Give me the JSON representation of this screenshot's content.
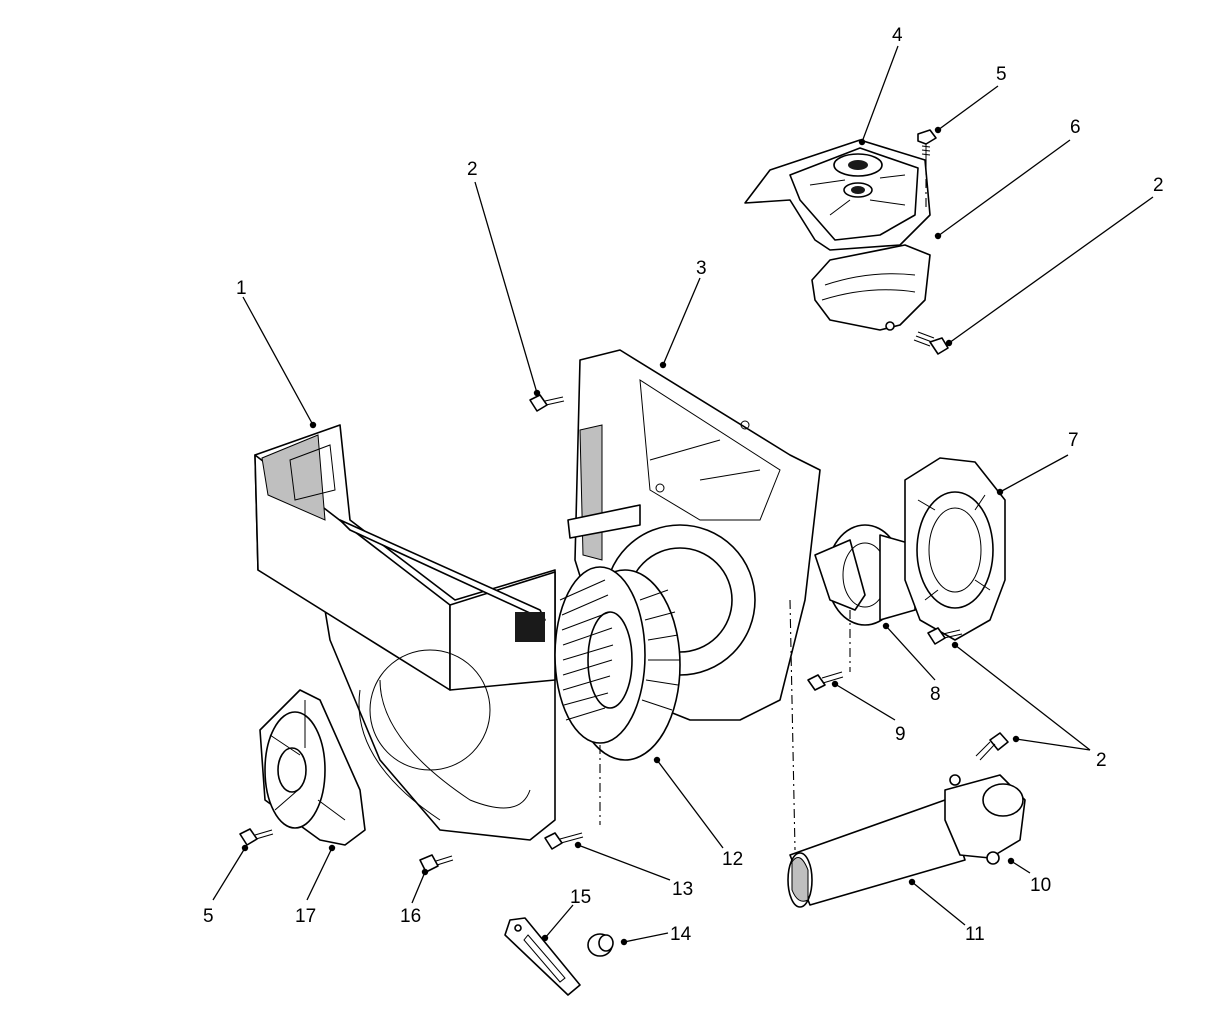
{
  "callouts": [
    {
      "id": "c1",
      "label": "1"
    },
    {
      "id": "c2a",
      "label": "2"
    },
    {
      "id": "c3",
      "label": "3"
    },
    {
      "id": "c4",
      "label": "4"
    },
    {
      "id": "c5a",
      "label": "5"
    },
    {
      "id": "c6",
      "label": "6"
    },
    {
      "id": "c2b",
      "label": "2"
    },
    {
      "id": "c7",
      "label": "7"
    },
    {
      "id": "c8",
      "label": "8"
    },
    {
      "id": "c9",
      "label": "9"
    },
    {
      "id": "c2c",
      "label": "2"
    },
    {
      "id": "c10",
      "label": "10"
    },
    {
      "id": "c11",
      "label": "11"
    },
    {
      "id": "c12",
      "label": "12"
    },
    {
      "id": "c13",
      "label": "13"
    },
    {
      "id": "c14",
      "label": "14"
    },
    {
      "id": "c15",
      "label": "15"
    },
    {
      "id": "c16",
      "label": "16"
    },
    {
      "id": "c17",
      "label": "17"
    },
    {
      "id": "c5b",
      "label": "5"
    }
  ]
}
